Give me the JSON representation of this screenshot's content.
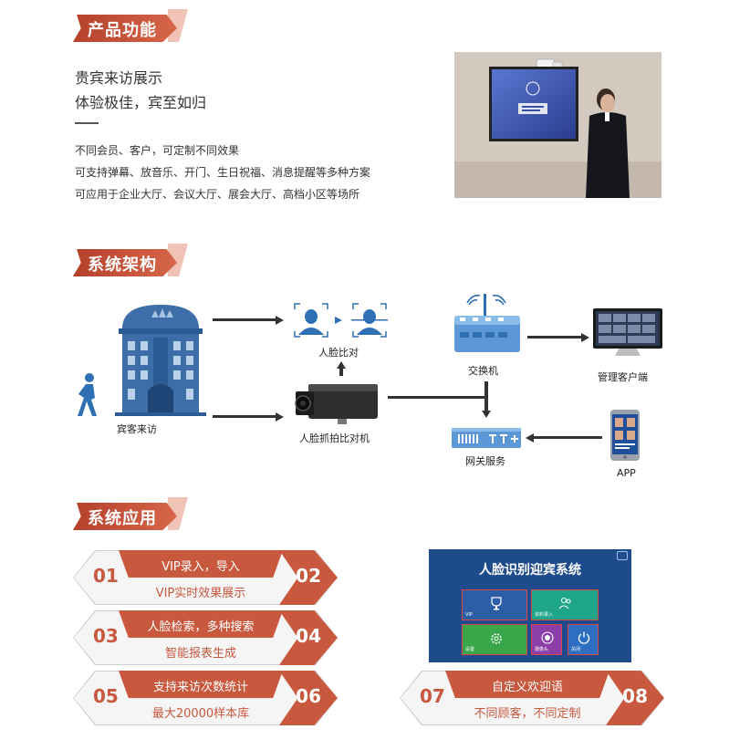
{
  "sections": {
    "product": "产品功能",
    "architecture": "系统架构",
    "application": "系统应用"
  },
  "product": {
    "headline1": "贵宾来访展示",
    "headline2": "体验极佳，宾至如归",
    "lines": [
      "不同会员、客户，可定制不同效果",
      "可支持弹幕、放音乐、开门、生日祝福、消息提醒等多种方案",
      "可应用于企业大厅、会议大厅、展会大厅、高档小区等场所"
    ]
  },
  "architecture": {
    "visitor": "宾客来访",
    "face_compare": "人脸比对",
    "camera": "人脸抓拍比对机",
    "switch": "交换机",
    "client": "管理客户端",
    "gateway": "网关服务",
    "app": "APP"
  },
  "applications": [
    {
      "left": "01",
      "right": "02",
      "top": "VIP录入，导入",
      "bottom": "VIP实时效果展示"
    },
    {
      "left": "03",
      "right": "04",
      "top": "人脸检索，多种搜索",
      "bottom": "智能报表生成"
    },
    {
      "left": "05",
      "right": "06",
      "top": "支持来访次数统计",
      "bottom": "最大20000样本库"
    },
    {
      "left": "07",
      "right": "08",
      "top": "自定义欢迎语",
      "bottom": "不同顾客，不同定制"
    }
  ],
  "screen": {
    "title": "人脸识别迎宾系统",
    "tiles": [
      "VIP",
      "资料录入",
      "设置",
      "摄像头",
      "关闭"
    ]
  },
  "colors": {
    "accent": "#c8583e",
    "ribbon": "#b5412b",
    "icon_blue": "#2f6fb3"
  }
}
